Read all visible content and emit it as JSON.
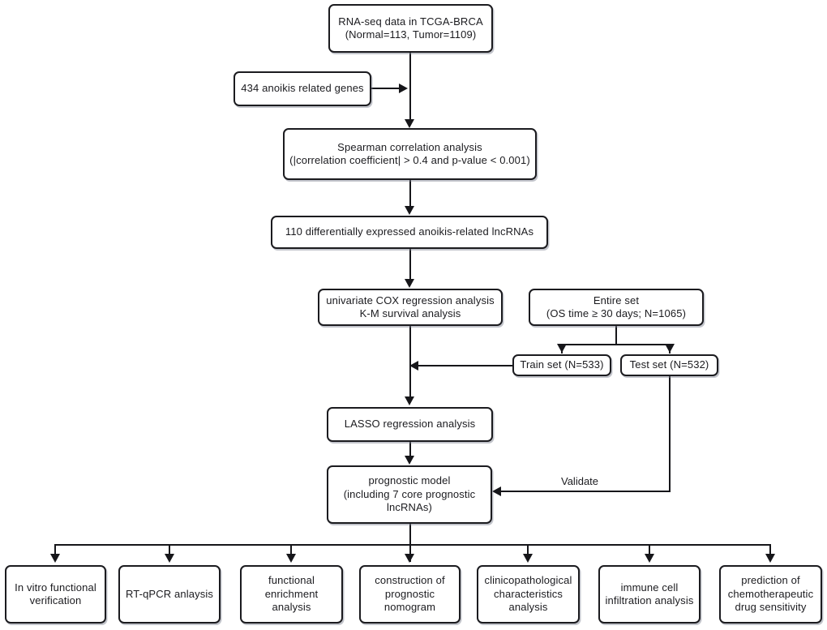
{
  "diagram": {
    "title": "Study workflow flowchart",
    "style": {
      "box_border": "#1b1b1f",
      "edge": "#16161a",
      "background": "#ffffff",
      "text": "#1b1b1f"
    },
    "nodes": {
      "rna_seq": "RNA-seq data in TCGA-BRCA\n(Normal=113, Tumor=1109)",
      "anoikis_genes": "434 anoikis related genes",
      "spearman": "Spearman correlation analysis\n(|correlation coefficient| > 0.4 and p-value < 0.001)",
      "de_lncrnas": "110 differentially expressed anoikis-related lncRNAs",
      "cox_km": "univariate COX regression analysis\nK-M survival analysis",
      "entire_set": "Entire set\n(OS time ≥ 30 days; N=1065)",
      "train_set": "Train set (N=533)",
      "test_set": "Test set (N=532)",
      "lasso": "LASSO regression analysis",
      "prognostic_model": "prognostic model\n(including 7 core prognostic\nlncRNAs)"
    },
    "edge_labels": {
      "validate": "Validate"
    },
    "downstream": [
      {
        "label": "In vitro functional\nverification"
      },
      {
        "label": "RT-qPCR anlaysis"
      },
      {
        "label": "functional\nenrichment\nanalysis"
      },
      {
        "label": "construction of\nprognostic\nnomogram"
      },
      {
        "label": "clinicopathological\ncharacteristics\nanalysis"
      },
      {
        "label": "immune cell\ninfiltration analysis"
      },
      {
        "label": "prediction of\nchemotherapeutic\ndrug sensitivity"
      }
    ]
  }
}
